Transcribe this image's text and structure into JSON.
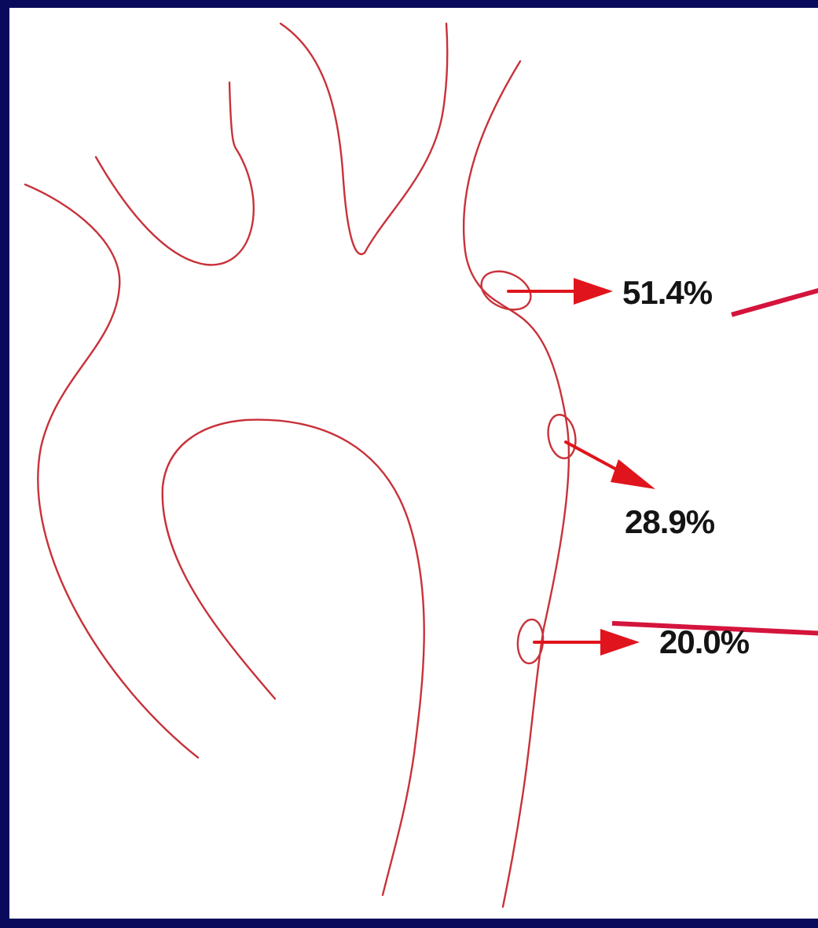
{
  "colors": {
    "background_frame": "#0a0a5c",
    "panel": "#ffffff",
    "vessel_outline": "#c8323a",
    "arrow": "#e0141c",
    "pointer_line": "#d4143c",
    "label_text": "#141414"
  },
  "labels": {
    "site_1": "51.4%",
    "site_2": "28.9%",
    "site_3": "20.0%"
  }
}
